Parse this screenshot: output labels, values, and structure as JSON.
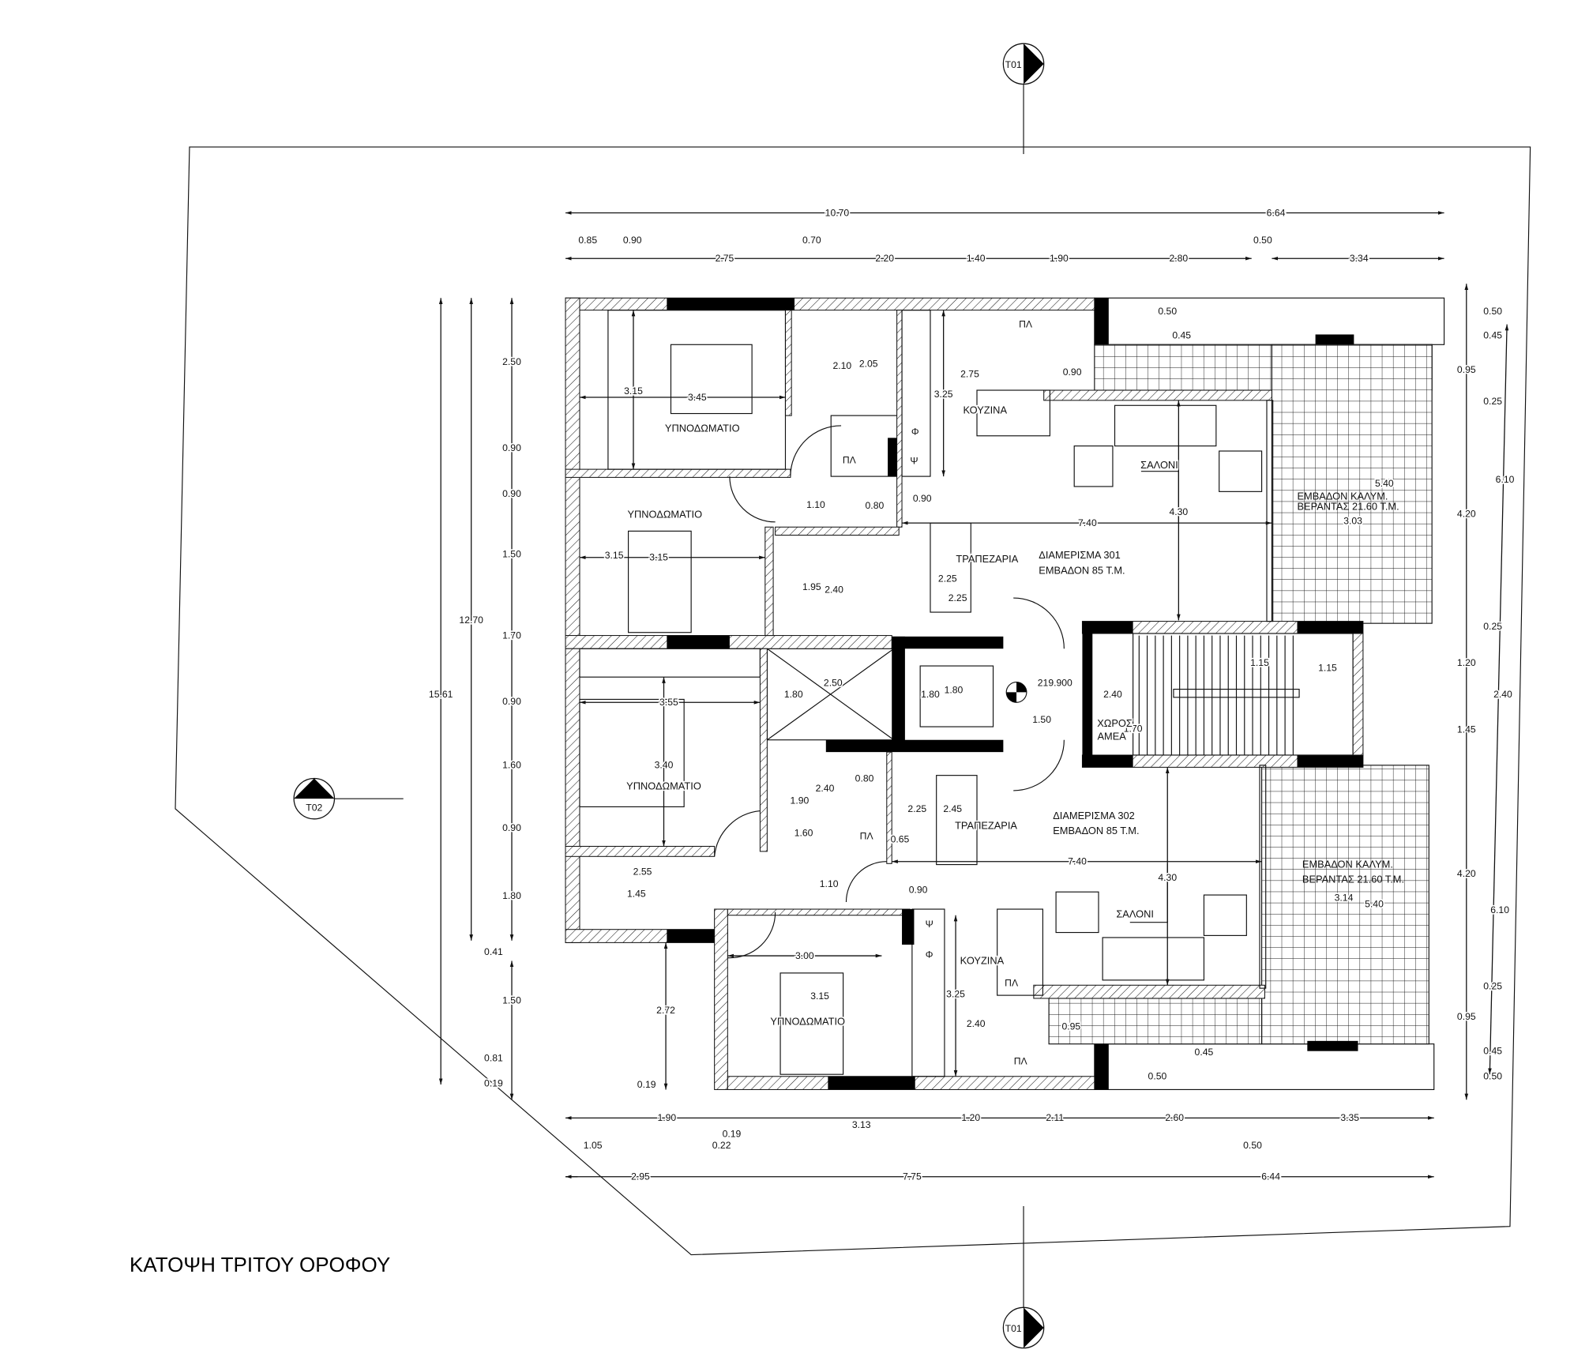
{
  "title": "ΚΑΤΟΨΗ ΤΡΙΤΟΥ  ΟΡΟΦΟΥ",
  "section_markers": {
    "top": "T01",
    "bottom": "T01",
    "left": "T02"
  },
  "rooms": {
    "bedroom": "ΥΠΝΟΔΩΜΑΤΙΟ",
    "kitchen": "ΚΟΥΖΙΝΑ",
    "living": "ΣΑΛΟΝΙ",
    "dining": "ΤΡΑΠΕΖΑΡΙΑ",
    "accessible_1": "ΧΩΡΟΣ",
    "accessible_2": "ΑΜΕΑ"
  },
  "apartments": [
    {
      "name": "ΔΙΑΜΕΡΙΣΜΑ 301",
      "area": "ΕΜΒΑΔΟΝ 85 Τ.Μ."
    },
    {
      "name": "ΔΙΑΜΕΡΙΣΜΑ 302",
      "area": "ΕΜΒΑΔΟΝ 85 Τ.Μ."
    }
  ],
  "verandas": [
    {
      "line1": "ΕΜΒΑΔΟΝ ΚΑΛΥΜ.",
      "line2": "ΒΕΡΑΝΤΑΣ 21.60 Τ.Μ."
    },
    {
      "line1": "ΕΜΒΑΔΟΝ ΚΑΛΥΜ.",
      "line2": "ΒΕΡΑΝΤΑΣ 21.60 Τ.Μ."
    }
  ],
  "fixtures": {
    "laundry": "ΠΛ",
    "fridge": "Ψ",
    "oven": "Φ"
  },
  "elevation": "219.900",
  "dimensions": {
    "top_overall": [
      "10.70",
      "6.64"
    ],
    "top_offsets": [
      "0.85",
      "0.90",
      "0.70",
      "0.50"
    ],
    "top_segments": [
      "2.75",
      "2.20",
      "1.40",
      "1.90",
      "2.80",
      "3.34"
    ],
    "left_overall": [
      "15.61",
      "12.70"
    ],
    "left_segments": [
      "2.50",
      "0.90",
      "0.90",
      "1.50",
      "1.70",
      "0.90",
      "1.60",
      "0.90",
      "1.80",
      "0.41",
      "1.50",
      "0.81",
      "0.19"
    ],
    "right_segments": [
      "0.50",
      "0.45",
      "0.95",
      "0.25",
      "4.20",
      "0.25",
      "1.20",
      "1.45",
      "0.25",
      "4.20",
      "0.95",
      "0.45",
      "0.50"
    ],
    "right_overall": [
      "6.10",
      "2.40",
      "6.10"
    ],
    "bottom_segments": [
      "1.90",
      "3.13",
      "1.20",
      "2.11",
      "2.60",
      "3.35"
    ],
    "bottom_offsets": [
      "0.19",
      "1.05",
      "0.22",
      "0.50"
    ],
    "bottom_overall": [
      "2.95",
      "7.75",
      "6.44"
    ],
    "apt301": [
      "3.15",
      "3.45",
      "2.10",
      "2.05",
      "2.75",
      "3.25",
      "0.90",
      "1.10",
      "0.80",
      "0.90",
      "7.40",
      "4.30",
      "5.40",
      "3.03",
      "3.15",
      "3.15",
      "1.95",
      "2.40",
      "2.25",
      "2.25",
      "0.50",
      "0.45"
    ],
    "core": [
      "3.55",
      "2.50",
      "1.80",
      "1.80",
      "1.80",
      "1.50",
      "2.40",
      "1.70",
      "1.15",
      "1.15"
    ],
    "apt302": [
      "3.40",
      "2.40",
      "0.80",
      "1.90",
      "2.25",
      "2.45",
      "1.60",
      "0.65",
      "7.40",
      "4.30",
      "2.55",
      "1.45",
      "1.10",
      "0.90",
      "3.14",
      "5.40",
      "3.00",
      "3.15",
      "2.72",
      "0.19",
      "3.25",
      "2.40",
      "0.95",
      "0.45",
      "0.50"
    ]
  }
}
